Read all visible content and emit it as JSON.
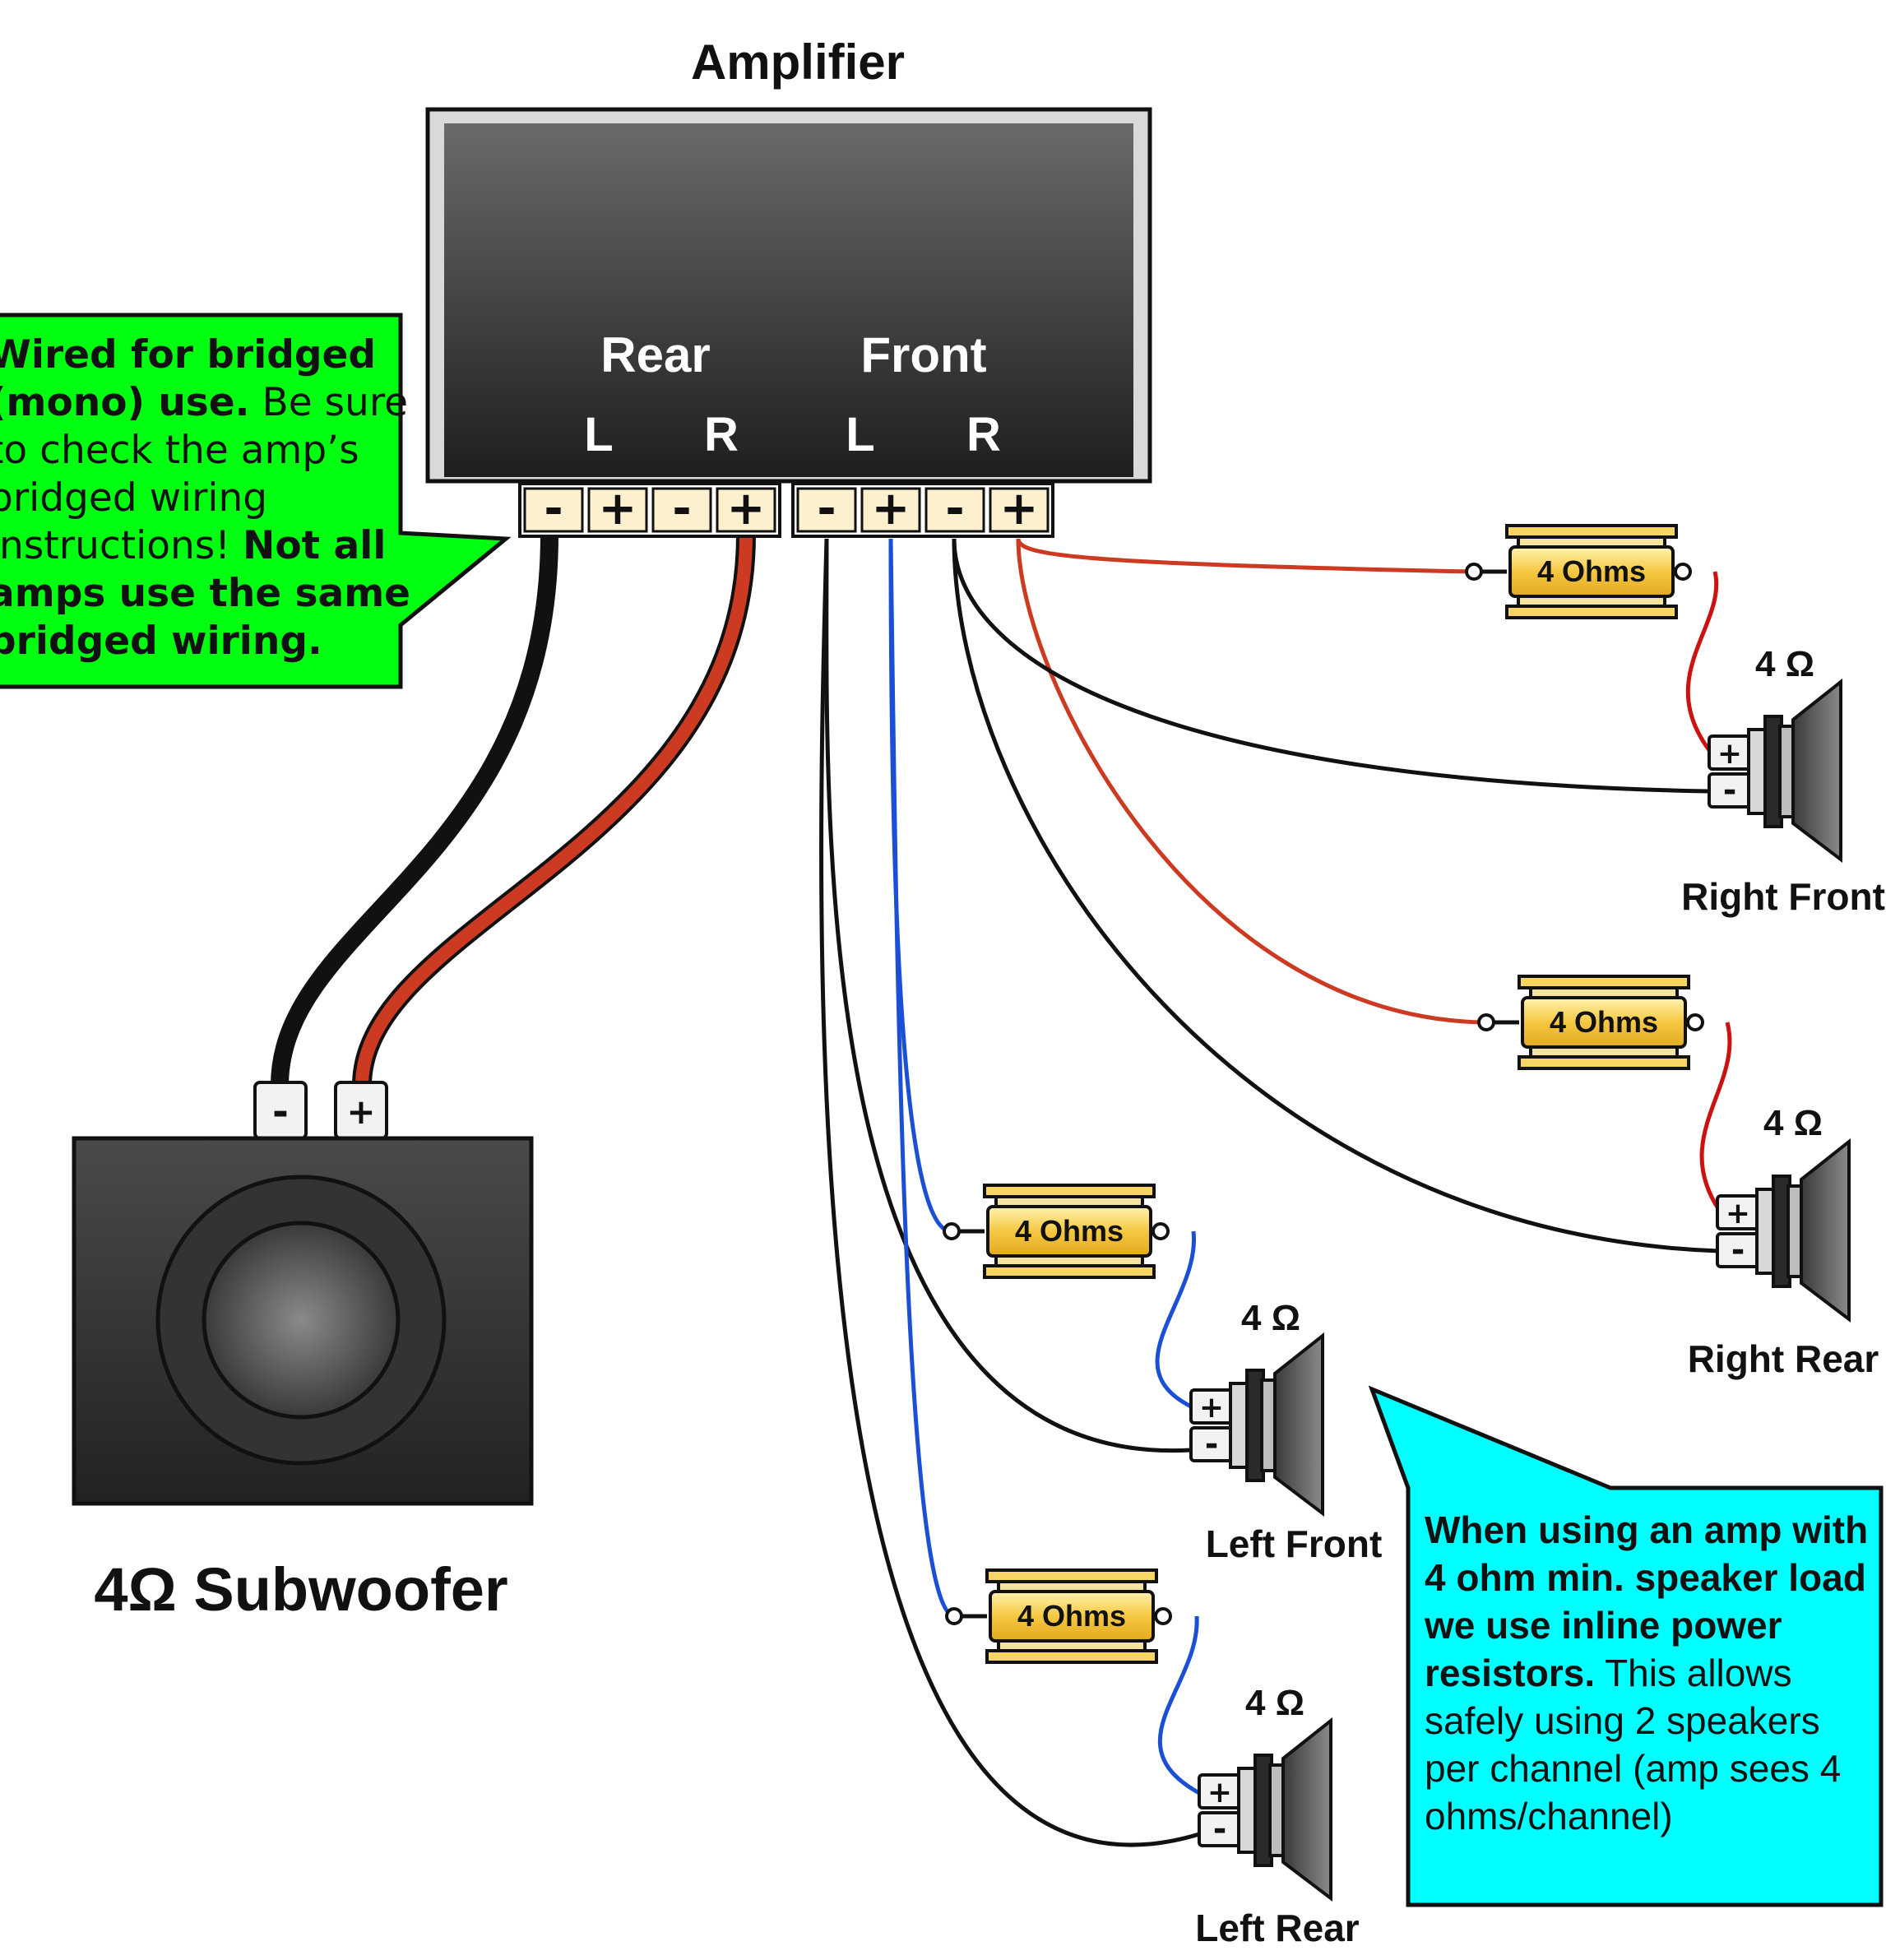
{
  "amplifier": {
    "title": "Amplifier",
    "channel_rear": "Rear",
    "channel_front": "Front",
    "label_rear_l": "L",
    "label_rear_r": "R",
    "label_front_l": "L",
    "label_front_r": "R",
    "terminals": [
      "-",
      "+",
      "-",
      "+",
      "-",
      "+",
      "-",
      "+"
    ]
  },
  "subwoofer": {
    "label": "4Ω Subwoofer",
    "term_neg": "-",
    "term_pos": "+"
  },
  "resistors": {
    "right_front": "4 Ohms",
    "right_rear": "4 Ohms",
    "left_front": "4 Ohms",
    "left_rear": "4 Ohms"
  },
  "speakers": {
    "right_front": {
      "name": "Right Front",
      "ohms": "4 Ω",
      "pos": "+",
      "neg": "-"
    },
    "right_rear": {
      "name": "Right Rear",
      "ohms": "4 Ω",
      "pos": "+",
      "neg": "-"
    },
    "left_front": {
      "name": "Left Front",
      "ohms": "4 Ω",
      "pos": "+",
      "neg": "-"
    },
    "left_rear": {
      "name": "Left Rear",
      "ohms": "4 Ω",
      "pos": "+",
      "neg": "-"
    }
  },
  "callout_bridged": {
    "lines": [
      {
        "bold": "Wired for bridged",
        "normal": ""
      },
      {
        "bold": "(mono) use.",
        "normal": " Be sure"
      },
      {
        "bold": "",
        "normal": "to check the amp’s"
      },
      {
        "bold": "",
        "normal": "bridged wiring"
      },
      {
        "bold": "",
        "normal": "instructions! ",
        "bold_after": "Not all"
      },
      {
        "bold": "amps use the same",
        "normal": ""
      },
      {
        "bold": "bridged wiring.",
        "normal": ""
      }
    ]
  },
  "callout_resistors": {
    "lines": [
      {
        "bold": "When using an amp with",
        "normal": ""
      },
      {
        "bold": "4 ohm min. speaker load",
        "normal": ""
      },
      {
        "bold": "we use inline power",
        "normal": ""
      },
      {
        "bold": "resistors.",
        "normal": " This allows"
      },
      {
        "bold": "",
        "normal": "safely using 2 speakers"
      },
      {
        "bold": "",
        "normal": "per channel (amp sees 4"
      },
      {
        "bold": "",
        "normal": "ohms/channel)"
      }
    ]
  },
  "colors": {
    "wire_black": "#111111",
    "wire_red": "#cc3a22",
    "wire_blue": "#1a4fd6",
    "callout_green": "#00ff11",
    "callout_cyan": "#00ffff",
    "terminal_cream": "#fdf0cf",
    "resistor_gold": "#f5c842"
  }
}
